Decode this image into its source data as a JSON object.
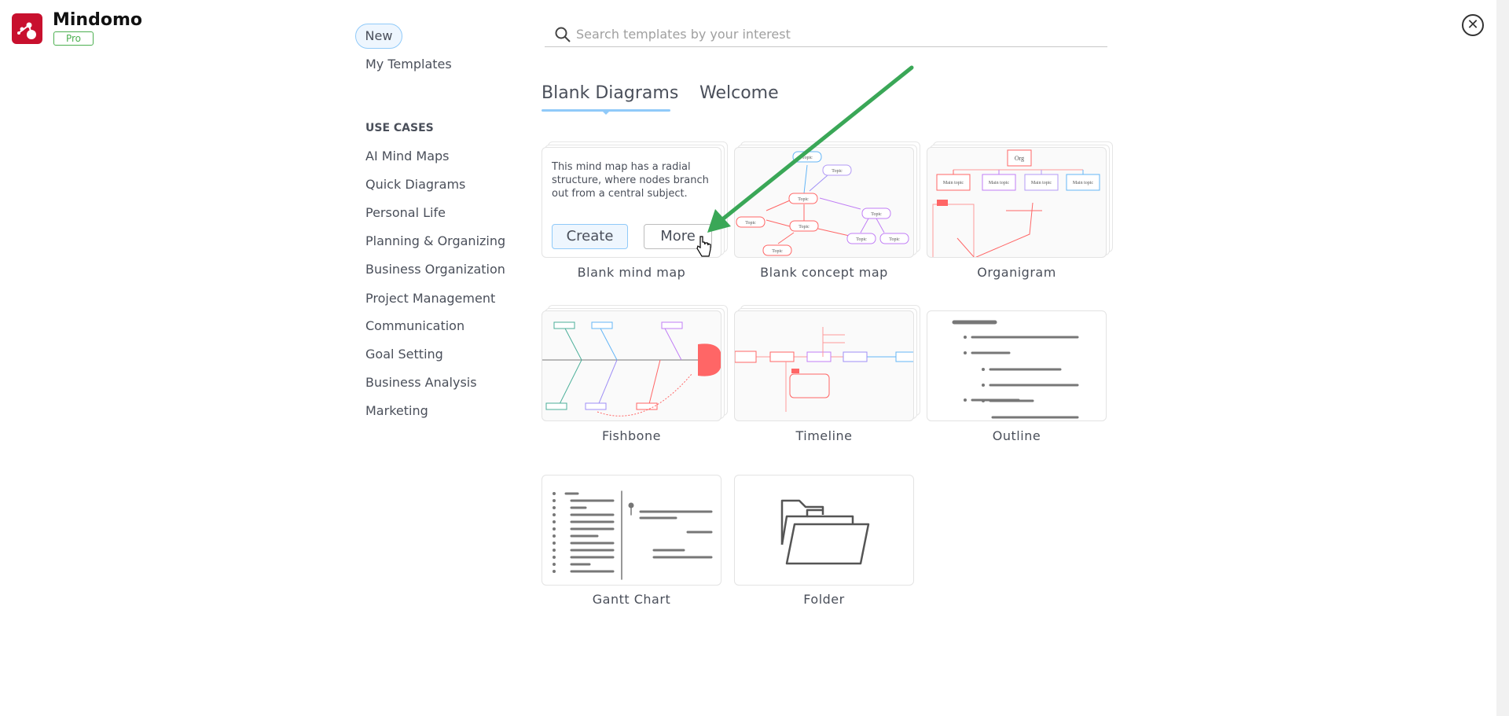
{
  "app": {
    "name": "Mindomo",
    "badge": "Pro",
    "logo": "mindomo-logo"
  },
  "nav": {
    "new": "New",
    "my_templates": "My Templates",
    "section": "USE CASES",
    "items": [
      "AI Mind Maps",
      "Quick Diagrams",
      "Personal Life",
      "Planning & Organizing",
      "Business Organization",
      "Project Management",
      "Communication",
      "Goal Setting",
      "Business Analysis",
      "Marketing"
    ]
  },
  "search": {
    "placeholder": "Search templates by your interest",
    "icon": "search-icon"
  },
  "tabs": [
    {
      "label": "Blank Diagrams",
      "active": true
    },
    {
      "label": "Welcome",
      "active": false
    }
  ],
  "cards": [
    {
      "label": "Blank mind map",
      "description": "This mind map has a radial structure, where nodes branch out from a central subject.",
      "create": "Create",
      "more": "More",
      "hovered": true
    },
    {
      "label": "Blank concept map",
      "node": "Topic"
    },
    {
      "label": "Organigram",
      "root": "Org",
      "main": "Main topic"
    },
    {
      "label": "Fishbone"
    },
    {
      "label": "Timeline"
    },
    {
      "label": "Outline"
    },
    {
      "label": "Gantt Chart"
    },
    {
      "label": "Folder"
    }
  ],
  "colors": {
    "accent": "#90caf9",
    "brand": "#c8102e",
    "pro": "#4caf50",
    "arrow": "#3aa757"
  }
}
